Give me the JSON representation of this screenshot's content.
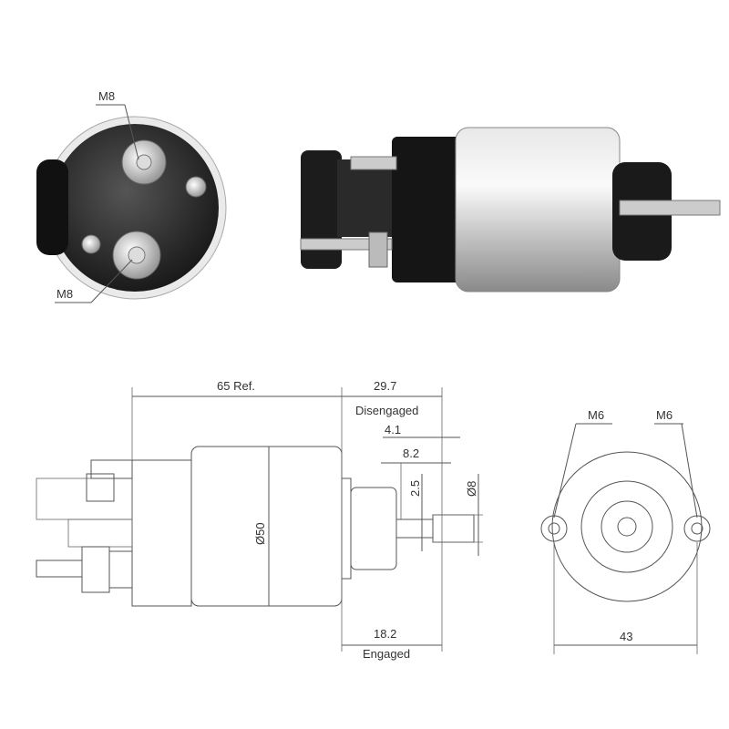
{
  "photo_end": {
    "label_top": "M8",
    "label_bottom": "M8"
  },
  "side_view": {
    "overall_length": "65 Ref.",
    "stroke_disengaged": "29.7",
    "disengaged_label": "Disengaged",
    "dim_4_1": "4.1",
    "dim_8_2": "8.2",
    "dim_2_5": "2.5",
    "plunger_diameter": "Ø8",
    "body_diameter": "Ø50",
    "stroke_engaged": "18.2",
    "engaged_label": "Engaged"
  },
  "end_view": {
    "label_left": "M6",
    "label_right": "M6",
    "width": "43"
  },
  "colors": {
    "line": "#555555",
    "connector": "#222222",
    "housing": "#c8c8c8"
  }
}
